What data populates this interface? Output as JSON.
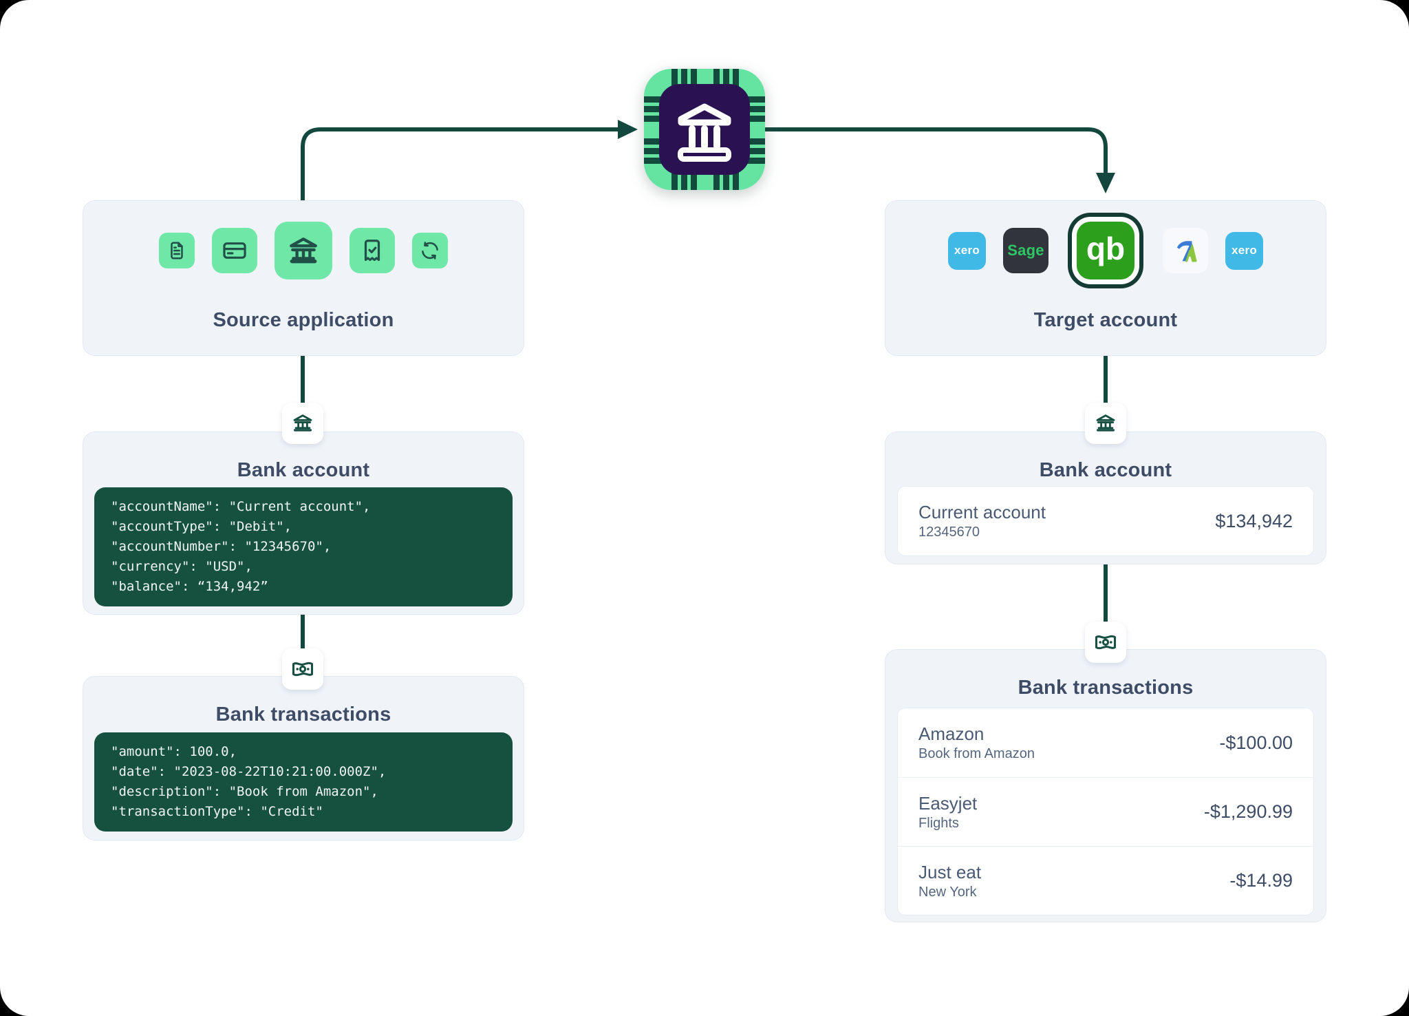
{
  "hub": {
    "icon": "bank-chip-icon"
  },
  "source": {
    "title": "Source application",
    "icons": [
      "document-icon",
      "credit-card-icon",
      "bank-icon",
      "receipt-check-icon",
      "sync-icon"
    ]
  },
  "source_bank_account": {
    "title": "Bank account",
    "code_lines": [
      "\"accountName\": \"Current account\",",
      "\"accountType\": \"Debit\",",
      "\"accountNumber\": \"12345670\",",
      "\"currency\": \"USD\",",
      "\"balance\": “134,942”"
    ]
  },
  "source_transactions": {
    "title": "Bank transactions",
    "code_lines": [
      "\"amount\": 100.0,",
      "\"date\": \"2023-08-22T10:21:00.000Z\",",
      "\"description\": \"Book from Amazon\",",
      "\"transactionType\": \"Credit\""
    ]
  },
  "target": {
    "title": "Target account",
    "logo_labels": {
      "xero": "xero",
      "sage": "Sage",
      "quickbooks": "qb"
    },
    "logos": [
      "xero",
      "sage",
      "quickbooks",
      "freeagent",
      "xero"
    ]
  },
  "target_bank_account": {
    "title": "Bank account",
    "account": {
      "name": "Current account",
      "number": "12345670",
      "balance": "$134,942"
    }
  },
  "target_transactions": {
    "title": "Bank transactions",
    "rows": [
      {
        "name": "Amazon",
        "detail": "Book from Amazon",
        "amount": "-$100.00"
      },
      {
        "name": "Easyjet",
        "detail": "Flights",
        "amount": "-$1,290.99"
      },
      {
        "name": "Just eat",
        "detail": "New York",
        "amount": "-$14.99"
      }
    ]
  },
  "colors": {
    "connector": "#14483e",
    "code_background": "#16503f",
    "icon_green": "#6ee7a7",
    "chip_purple": "#2a1252",
    "quickbooks_green": "#2ca01c",
    "xero_blue": "#40b9e6",
    "sage_background": "#32343c",
    "sage_green": "#2dc765",
    "title_text": "#3e4c66"
  }
}
